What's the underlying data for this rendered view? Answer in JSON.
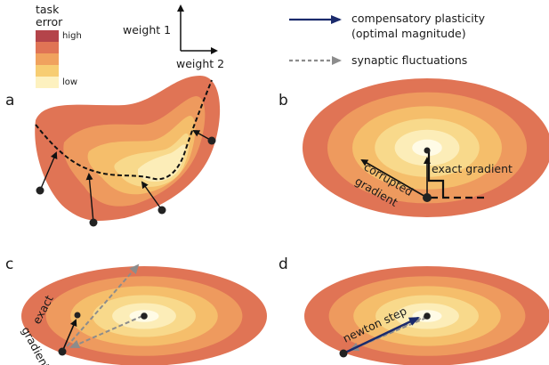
{
  "legend": {
    "title_line1": "task",
    "title_line2": "error",
    "high": "high",
    "low": "low",
    "band_colors": [
      "#b4444a",
      "#e07455",
      "#f0a25e",
      "#f7cd72",
      "#fdf1bf"
    ]
  },
  "axes": {
    "vertical": "weight 1",
    "horizontal": "weight 2"
  },
  "arrow_legend": {
    "solid_line1": "compensatory plasticity",
    "solid_line2": "(optimal magnitude)",
    "dashed": "synaptic fluctuations",
    "solid_color": "#1a2a6c",
    "dashed_color": "#8c8c8c"
  },
  "panels": {
    "a": {
      "label": "a"
    },
    "b": {
      "label": "b",
      "exact": "exact gradient",
      "corrupted_line1": "corrupted",
      "corrupted_line2": "gradient"
    },
    "c": {
      "label": "c",
      "exact_line1": "exact",
      "exact_line2": "gradient"
    },
    "d": {
      "label": "d",
      "newton": "newton step"
    }
  },
  "contour_colors": [
    "#e07455",
    "#ee9a5e",
    "#f5be6b",
    "#f8d98b",
    "#fcedb8",
    "#fffbe6"
  ]
}
